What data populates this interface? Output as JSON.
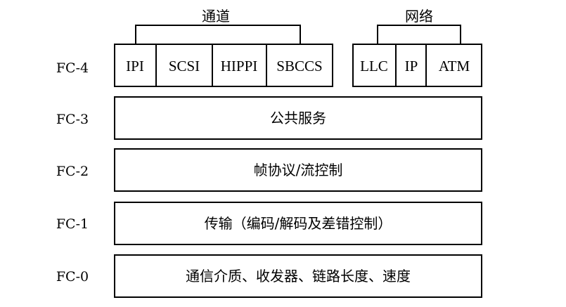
{
  "fc4": {
    "label": "FC-4",
    "channel": {
      "title": "通道",
      "cells": [
        "IPI",
        "SCSI",
        "HIPPI",
        "SBCCS"
      ]
    },
    "network": {
      "title": "网络",
      "cells": [
        "LLC",
        "IP",
        "ATM"
      ]
    }
  },
  "layers": [
    {
      "label": "FC-3",
      "text": "公共服务"
    },
    {
      "label": "FC-2",
      "text": "帧协议/流控制"
    },
    {
      "label": "FC-1",
      "text": "传输（编码/解码及差错控制）"
    },
    {
      "label": "FC-0",
      "text": "通信介质、收发器、链路长度、速度"
    }
  ]
}
